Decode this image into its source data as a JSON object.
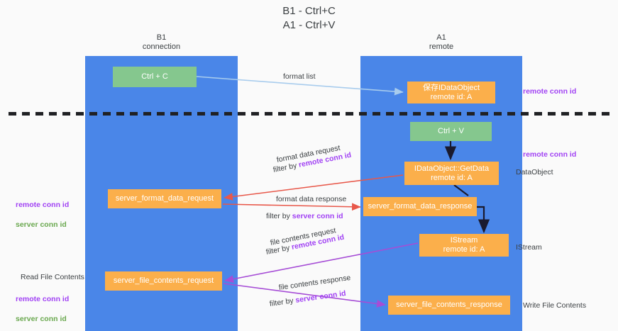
{
  "title": "B1 - Ctrl+C\nA1 - Ctrl+V",
  "lanes": [
    {
      "id": "b1",
      "header": "B1\nconnection"
    },
    {
      "id": "a1",
      "header": "A1\nremote"
    }
  ],
  "nodes": [
    {
      "id": "ctrl-c",
      "line1": "Ctrl + C",
      "line2": "",
      "color": "#85c78e"
    },
    {
      "id": "idataobject-save",
      "line1": "保存IDataObject",
      "line2": "remote id: A",
      "color": "#fbaf4b"
    },
    {
      "id": "ctrl-v",
      "line1": "Ctrl + V",
      "line2": "",
      "color": "#85c78e"
    },
    {
      "id": "idataobject-getdata",
      "line1": "IDataObject::GetData",
      "line2": "remote id: A",
      "color": "#fbaf4b"
    },
    {
      "id": "server-format-data-request",
      "line1": "server_format_data_request",
      "line2": "",
      "color": "#fbaf4b"
    },
    {
      "id": "server-format-data-response",
      "line1": "server_format_data_response",
      "line2": "",
      "color": "#fbaf4b"
    },
    {
      "id": "istream",
      "line1": "IStream",
      "line2": "remote id: A",
      "color": "#fbaf4b"
    },
    {
      "id": "server-file-contents-request",
      "line1": "server_file_contents_request",
      "line2": "",
      "color": "#fbaf4b"
    },
    {
      "id": "server-file-contents-response",
      "line1": "server_file_contents_response",
      "line2": "",
      "color": "#fbaf4b"
    }
  ],
  "edge_labels": {
    "format_list": "format list",
    "format_data_request": "format data request",
    "format_data_request_filter_prefix": "filter by ",
    "format_data_request_filter_key": "remote conn id",
    "format_data_response": "format data response",
    "format_data_response_filter_prefix": "filter by ",
    "format_data_response_filter_key": "server conn id",
    "file_contents_request": "file contents request",
    "file_contents_request_filter_prefix": "filter by ",
    "file_contents_request_filter_key": "remote conn id",
    "file_contents_response": "file contents response",
    "file_contents_response_filter_prefix": "filter by ",
    "file_contents_response_filter_key": "server conn id"
  },
  "right_notes": {
    "remote_conn_id_top": "remote conn id",
    "remote_conn_id_mid": "remote conn id",
    "data_object": "DataObject",
    "istream": "IStream",
    "write_file_contents": "Write File Contents"
  },
  "left_notes": {
    "remote_conn_id": "remote conn id",
    "server_conn_id": "server conn id",
    "read_file_contents": "Read File Contents",
    "remote_conn_id_2": "remote conn id",
    "server_conn_id_2": "server conn id"
  },
  "colors": {
    "lane": "#4a86e8",
    "green_node": "#85c78e",
    "orange_node": "#fbaf4b",
    "purple_edge": "#a64dd6",
    "red_edge": "#e8584a",
    "light_blue_edge": "#a8cced",
    "dark_arrow": "#1a1a2e",
    "divider": "#202124",
    "highlight_purple": "#a142f4",
    "highlight_green": "#6aa84f",
    "background": "#fafafa"
  }
}
